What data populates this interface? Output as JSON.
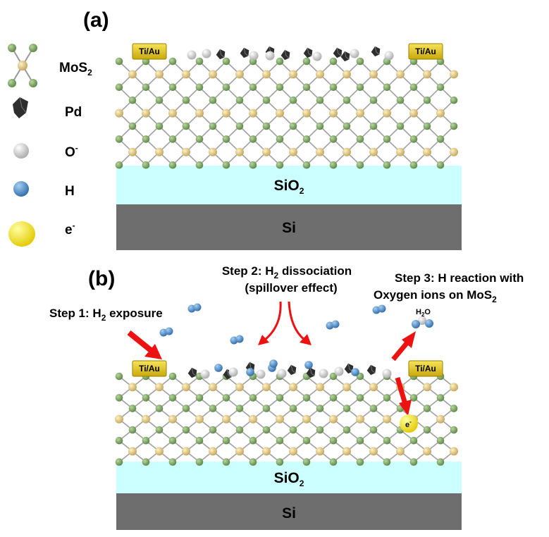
{
  "panels": {
    "a": {
      "label": "(a)"
    },
    "b": {
      "label": "(b)"
    }
  },
  "legend": {
    "items": [
      {
        "key": "mos2",
        "text": "MoS",
        "sub": "2"
      },
      {
        "key": "pd",
        "text": "Pd"
      },
      {
        "key": "oxygen",
        "text": "O",
        "sup": "-"
      },
      {
        "key": "hydrogen",
        "text": "H"
      },
      {
        "key": "electron",
        "text": "e",
        "sup": "-"
      }
    ]
  },
  "layers": {
    "sio2": {
      "text": "SiO",
      "sub": "2"
    },
    "si": {
      "text": "Si"
    }
  },
  "contacts": {
    "label": "Ti/Au"
  },
  "steps": {
    "step1": {
      "pre": "Step 1: H",
      "sub": "2",
      "post": " exposure"
    },
    "step2": {
      "line1_pre": "Step 2: H",
      "line1_sub": "2",
      "line1_post": " dissociation",
      "line2": "(spillover effect)"
    },
    "step3": {
      "line1": "Step 3: H reaction with",
      "line2_pre": "Oxygen ions on MoS",
      "line2_sub": "2"
    },
    "water": {
      "pre": "H",
      "sub": "2",
      "post": "O"
    },
    "electron": {
      "text": "e",
      "sup": "-"
    }
  },
  "colors": {
    "sulfur": "#6f9a55",
    "molybdenum": "#d8c27e",
    "bond": "#9a9a9a",
    "sio2": "#ccffff",
    "si": "#6e6e6e",
    "pad": "#e8cf1c",
    "pd": "#333333",
    "oxygen": "#d8d8d8",
    "hydrogen": "#4e8ec8",
    "electron": "#ffee00",
    "arrow": "#ee1111"
  }
}
